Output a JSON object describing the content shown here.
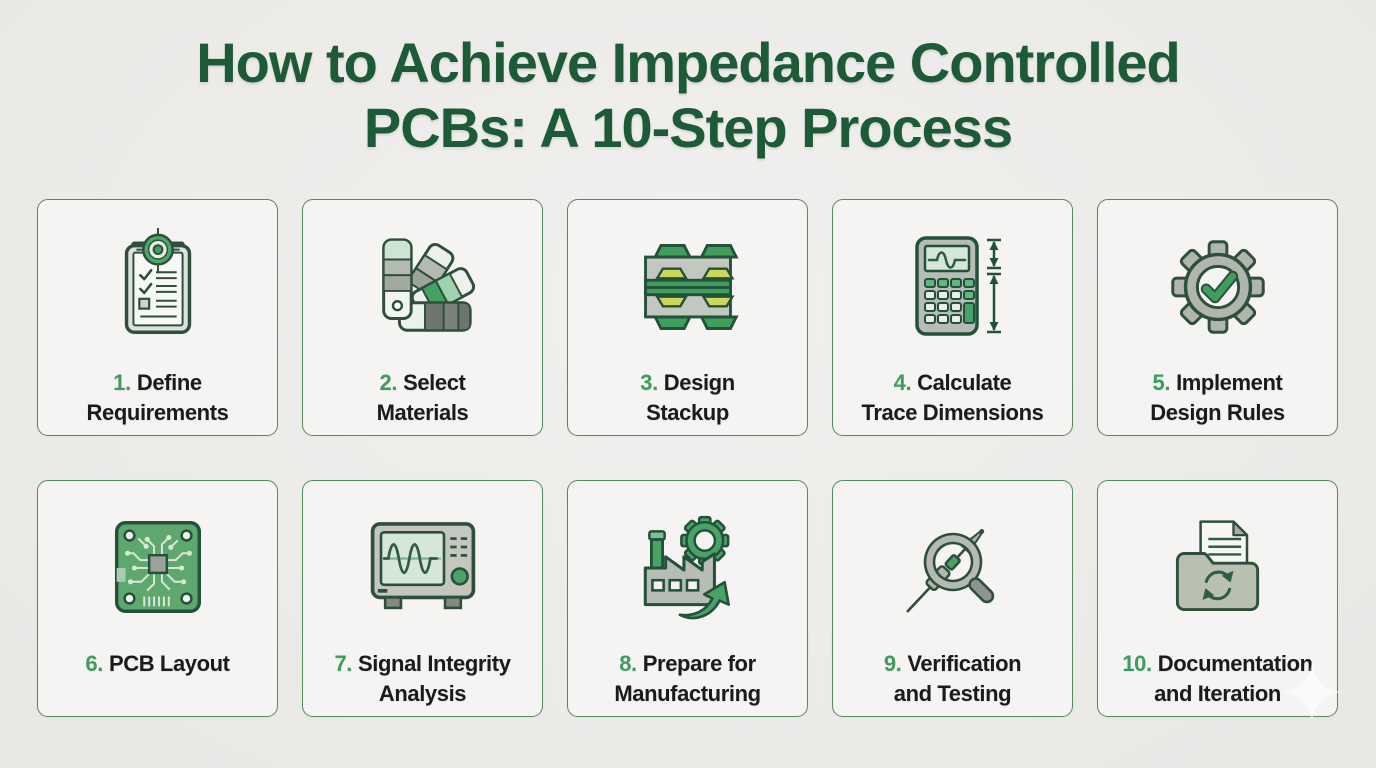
{
  "header": {
    "title_line1": "How to Achieve Impedance Controlled",
    "title_line2": "PCBs: A 10-Step Process"
  },
  "steps": [
    {
      "num": "1.",
      "line1": "Define",
      "line2": "Requirements",
      "icon": "clipboard-target-icon"
    },
    {
      "num": "2.",
      "line1": "Select",
      "line2": "Materials",
      "icon": "material-swatches-icon"
    },
    {
      "num": "3.",
      "line1": "Design",
      "line2": "Stackup",
      "icon": "pcb-stackup-icon"
    },
    {
      "num": "4.",
      "line1": "Calculate",
      "line2": "Trace Dimensions",
      "icon": "calculator-dimensions-icon"
    },
    {
      "num": "5.",
      "line1": "Implement",
      "line2": "Design Rules",
      "icon": "gear-checkmark-icon"
    },
    {
      "num": "6.",
      "line1": "PCB Layout",
      "line2": "",
      "icon": "pcb-board-icon"
    },
    {
      "num": "7.",
      "line1": "Signal Integrity",
      "line2": "Analysis",
      "icon": "oscilloscope-icon"
    },
    {
      "num": "8.",
      "line1": "Prepare for",
      "line2": "Manufacturing",
      "icon": "factory-gear-arrow-icon"
    },
    {
      "num": "9.",
      "line1": "Verification",
      "line2": "and Testing",
      "icon": "probe-magnifier-icon"
    },
    {
      "num": "10.",
      "line1": "Documentation",
      "line2": "and Iteration",
      "icon": "folder-refresh-icon"
    }
  ],
  "colors": {
    "title_green": "#1d5a38",
    "number_green": "#3f9b5e",
    "border_green": "#55895f",
    "icon_green": "#4aa366",
    "icon_dark_outline": "#2f4f3c",
    "icon_gray": "#b7bcb6",
    "trace_yellow": "#ccd75c",
    "card_bg": "#f5f4f2",
    "page_bg": "#edebe8",
    "label_text": "#1b1b1b"
  },
  "watermark": {
    "shape": "sparkle-star"
  }
}
